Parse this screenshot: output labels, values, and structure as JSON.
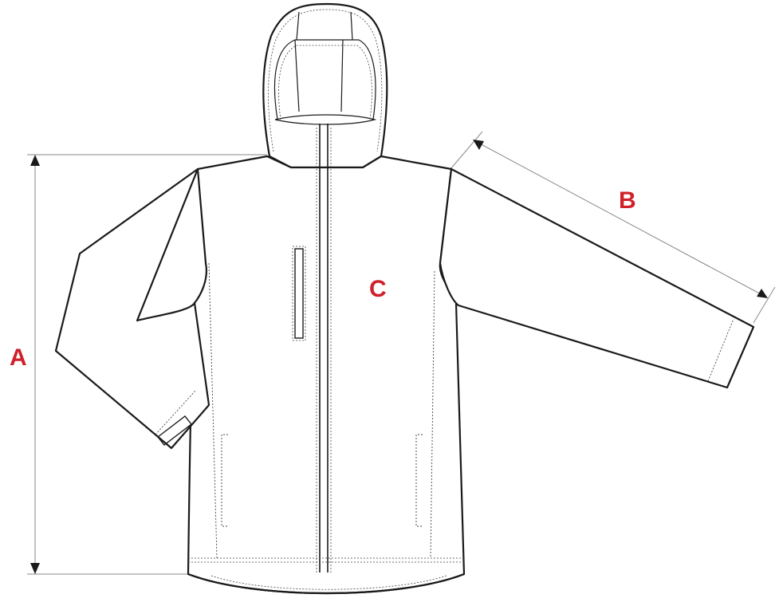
{
  "diagram": {
    "subject": "Hooded soft-shell jacket technical flat sketch (front view)",
    "measurements": [
      {
        "id": "A",
        "label": "A",
        "meaning": "body length (shoulder to hem)"
      },
      {
        "id": "B",
        "label": "B",
        "meaning": "sleeve length"
      },
      {
        "id": "C",
        "label": "C",
        "meaning": "chest width"
      }
    ],
    "colors": {
      "label": "#d0202a",
      "outline": "#1a1a1a",
      "dimension_line": "#8a8a8a",
      "background": "#ffffff"
    }
  }
}
